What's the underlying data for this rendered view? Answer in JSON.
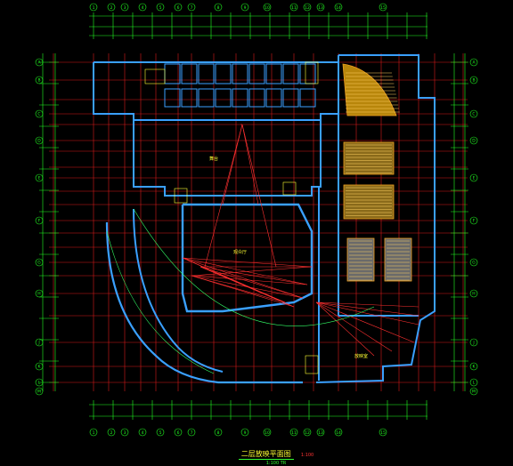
{
  "drawing": {
    "title": "二层放映平面图",
    "scale": "1:100",
    "subtitle": "1:100  TR"
  },
  "colors": {
    "background": "#000000",
    "grid": "#ff2020",
    "dimension": "#22ff22",
    "wall": "#3aa0ff",
    "seats": "#f0a020",
    "annotation": "#ffff33",
    "sightline": "#ff3030",
    "axis_bubble": "#22ff22"
  },
  "axes": {
    "top_labels": [
      "1",
      "2",
      "3",
      "4",
      "5",
      "6",
      "7",
      "8",
      "9",
      "10",
      "11",
      "12",
      "13",
      "14",
      "15"
    ],
    "side_labels": [
      "A",
      "B",
      "C",
      "D",
      "E",
      "F",
      "G",
      "H",
      "J",
      "K",
      "L",
      "M"
    ]
  },
  "rooms": {
    "auditorium": "观众厅",
    "stage": "舞台",
    "projection": "放映室"
  }
}
